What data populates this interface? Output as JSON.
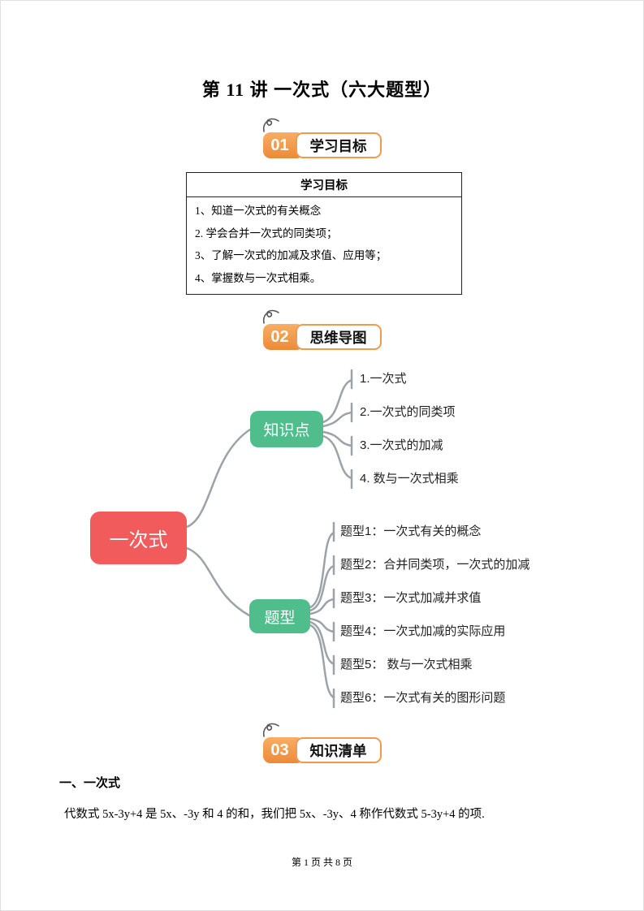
{
  "page": {
    "title": "第 11 讲 一次式（六大题型）",
    "footer": "第 1 页 共 8 页"
  },
  "sections": {
    "s1": {
      "num": "01",
      "label": "学习目标"
    },
    "s2": {
      "num": "02",
      "label": "思维导图"
    },
    "s3": {
      "num": "03",
      "label": "知识清单"
    }
  },
  "objectives": {
    "header": "学习目标",
    "items": [
      "1、知道一次式的有关概念",
      "2. 学会合并一次式的同类项；",
      "3、了解一次式的加减及求值、应用等；",
      "4、掌握数与一次式相乘。"
    ]
  },
  "mindmap": {
    "root": "一次式",
    "branch1": {
      "label": "知识点",
      "items": [
        "1.一次式",
        "2.一次式的同类项",
        "3.一次式的加减",
        "4. 数与一次式相乘"
      ]
    },
    "branch2": {
      "label": "题型",
      "items": [
        "题型1：一次式有关的概念",
        "题型2：合并同类项，一次式的加减",
        "题型3：一次式加减并求值",
        "题型4：一次式加减的实际应用",
        "题型5： 数与一次式相乘",
        "题型6：一次式有关的图形问题"
      ]
    }
  },
  "content": {
    "heading": "一、一次式",
    "paragraph": "代数式 5x-3y+4 是 5x、-3y 和 4 的和，我们把 5x、-3y、4 称作代数式 5-3y+4 的项."
  },
  "colors": {
    "badge_orange": "#EF9445",
    "badge_border": "#F09A4E",
    "root_red": "#F25B5B",
    "branch_green": "#4FBE8C",
    "connector_gray": "#9BA3A9"
  }
}
